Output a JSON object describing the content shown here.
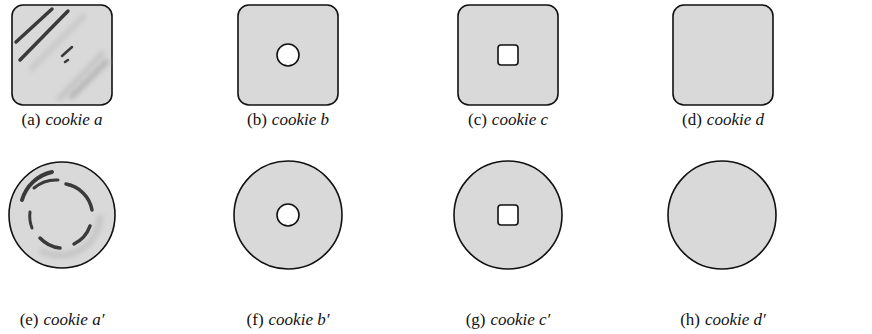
{
  "diagram": {
    "labels": [
      "(a)",
      "cookie a",
      "(b)",
      "cookie b",
      "(c)",
      "cookie c",
      "(d)",
      "cookie d",
      "(e)",
      "cookie a′",
      "(f)",
      "cookie b′",
      "(g)",
      "cookie c′",
      "(h)",
      "cookie d′"
    ]
  }
}
